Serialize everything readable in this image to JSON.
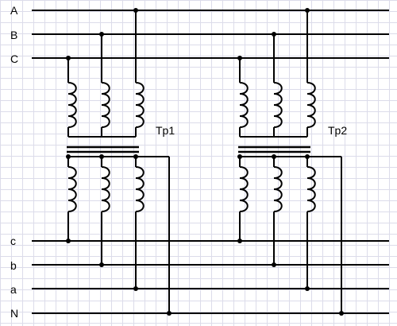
{
  "bus_labels": {
    "A": "A",
    "B": "B",
    "C": "C",
    "c": "c",
    "b": "b",
    "a": "a",
    "N": "N"
  },
  "transformers": [
    {
      "name": "Tp1"
    },
    {
      "name": "Tp2"
    }
  ],
  "colors": {
    "line": "#000000",
    "grid": "#dcdcea",
    "background": "#ffffff"
  },
  "icons": {
    "winding": "coil-icon",
    "node": "junction-dot",
    "core": "core-bar"
  }
}
